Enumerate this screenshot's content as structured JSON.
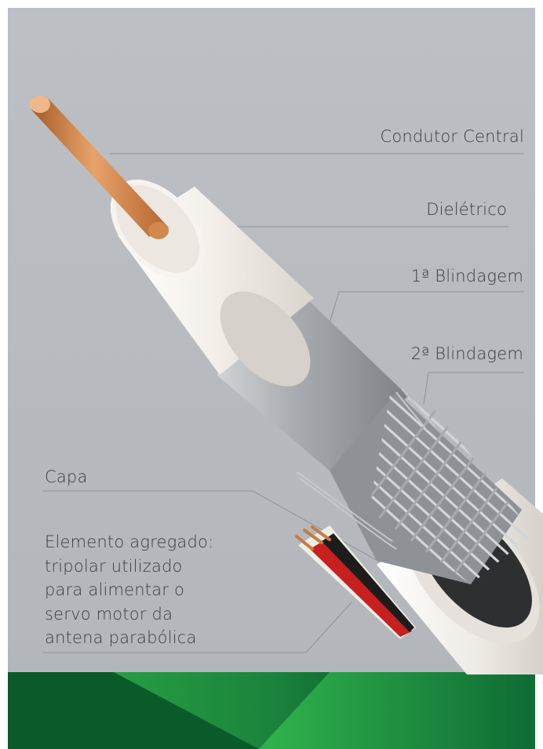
{
  "labels": {
    "condutor_central": "Condutor Central",
    "dieletrico": "Dielétrico",
    "blindagem_1": "1ª Blindagem",
    "blindagem_2": "2ª Blindagem",
    "capa": "Capa",
    "elemento_agregado": [
      "Elemento agregado:",
      "tripolar utilizado",
      "para alimentar o",
      "servo motor da",
      "antena parabólica"
    ]
  },
  "colors": {
    "background": "#b9bdc1",
    "copper": "#c97a3e",
    "dielectric": "#eeeae3",
    "foil_shield": "#9da1a5",
    "braid_shield": "#b8bbbe",
    "jacket": "#efede8",
    "wire_red": "#c8201f",
    "wire_black": "#1c1c1c",
    "banner_green_dark": "#0f6b33",
    "banner_green_light": "#2bb24c",
    "leader_line": "#8e9296"
  }
}
